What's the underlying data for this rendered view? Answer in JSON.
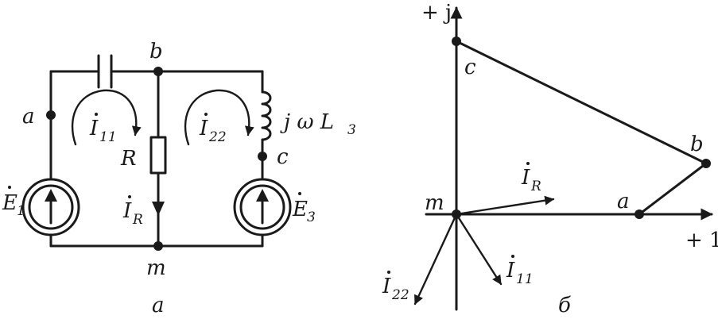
{
  "circuit": {
    "nodes": {
      "a": "a",
      "b": "b",
      "c": "c",
      "m": "m"
    },
    "source1": {
      "letter": "E",
      "subscript": "1"
    },
    "source3": {
      "letter": "E",
      "subscript": "3"
    },
    "resistor": "R",
    "inductor": "j ω L",
    "inductor_subscript": "3",
    "loop1": {
      "letter": "I",
      "subscript": "11"
    },
    "loop2": {
      "letter": "I",
      "subscript": "22"
    },
    "current_R": {
      "letter": "I",
      "subscript": "R"
    },
    "caption": "а"
  },
  "phasor": {
    "axis_imag": "+ j",
    "axis_real": "+ 1",
    "points": {
      "a": "a",
      "b": "b",
      "c": "c",
      "m": "m"
    },
    "I_R": {
      "letter": "I",
      "subscript": "R"
    },
    "I_11": {
      "letter": "I",
      "subscript": "11"
    },
    "I_22": {
      "letter": "I",
      "subscript": "22"
    },
    "caption": "б"
  }
}
